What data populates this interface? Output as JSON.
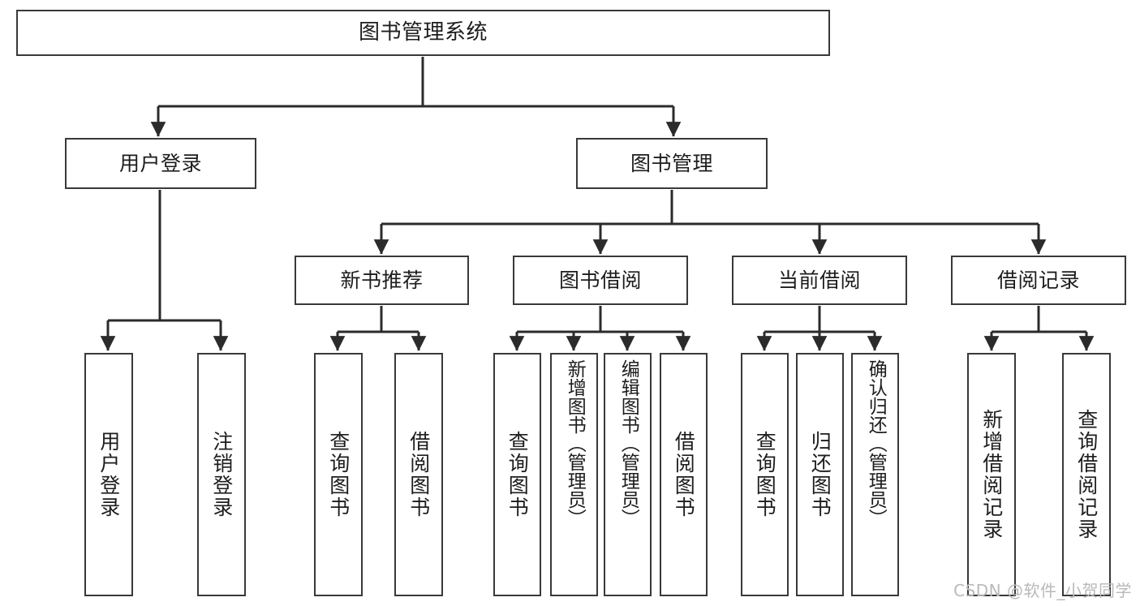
{
  "diagram": {
    "title": "图书管理系统",
    "type": "tree-hierarchy-diagram",
    "watermark": "CSDN @软件_小贺同学",
    "colors": {
      "border": "#393939",
      "background": "#ffffff",
      "text": "#1d1d1d",
      "edge": "#2b2b2b",
      "watermark": "#b9b9b9"
    },
    "levels": {
      "root": {
        "label": "图书管理系统"
      },
      "level2": [
        {
          "id": "n-user-login",
          "label": "用户登录"
        },
        {
          "id": "n-book-manage",
          "label": "图书管理"
        }
      ],
      "level3": [
        {
          "id": "n-new-book-rec",
          "label": "新书推荐"
        },
        {
          "id": "n-book-borrow",
          "label": "图书借阅"
        },
        {
          "id": "n-current-borrow",
          "label": "当前借阅"
        },
        {
          "id": "n-borrow-record",
          "label": "借阅记录"
        }
      ],
      "leaves": [
        {
          "id": "leaf-user-login",
          "label": "用户登录",
          "parent": "n-user-login"
        },
        {
          "id": "leaf-logout-login",
          "label": "注销登录",
          "parent": "n-user-login"
        },
        {
          "id": "leaf-query-book-1",
          "label": "查询图书",
          "parent": "n-new-book-rec"
        },
        {
          "id": "leaf-borrow-book-1",
          "label": "借阅图书",
          "parent": "n-new-book-rec"
        },
        {
          "id": "leaf-query-book-2",
          "label": "查询图书",
          "parent": "n-book-borrow"
        },
        {
          "id": "leaf-add-book",
          "label": "新增图书（管理员）",
          "parent": "n-book-borrow"
        },
        {
          "id": "leaf-edit-book",
          "label": "编辑图书（管理员）",
          "parent": "n-book-borrow"
        },
        {
          "id": "leaf-borrow-book-2",
          "label": "借阅图书",
          "parent": "n-book-borrow"
        },
        {
          "id": "leaf-query-book-3",
          "label": "查询图书",
          "parent": "n-current-borrow"
        },
        {
          "id": "leaf-return-book",
          "label": "归还图书",
          "parent": "n-current-borrow"
        },
        {
          "id": "leaf-confirm-return",
          "label": "确认归还（管理员）",
          "parent": "n-current-borrow"
        },
        {
          "id": "leaf-add-record",
          "label": "新增借阅记录",
          "parent": "n-borrow-record"
        },
        {
          "id": "leaf-query-record",
          "label": "查询借阅记录",
          "parent": "n-borrow-record"
        }
      ]
    }
  }
}
